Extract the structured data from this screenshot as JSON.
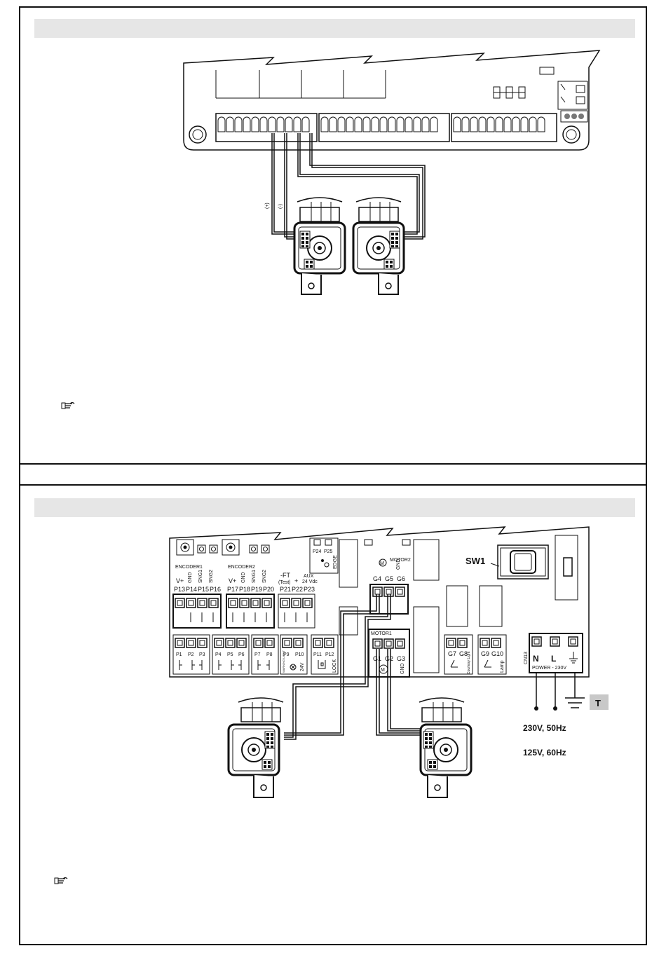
{
  "top_diagram": {
    "polarity_plus": "(+)",
    "polarity_minus": "(-)"
  },
  "bottom_diagram": {
    "encoders": [
      "ENCODER1",
      "ENCODER2"
    ],
    "enc1_labels": [
      "V+",
      "GND",
      "SNG1",
      "SNG2"
    ],
    "enc1_terms": [
      "P13",
      "P14",
      "P15",
      "P16"
    ],
    "enc2_labels": [
      "V+",
      "GND",
      "SNG1",
      "SNG2"
    ],
    "enc2_terms": [
      "P17",
      "P18",
      "P19",
      "P20"
    ],
    "ft_label": "-FT",
    "ft_test": "(Test)",
    "plus": "+",
    "aux": "AUX",
    "aux_vdc": "24 Vdc",
    "ft_terms": [
      "P21",
      "P22",
      "P23"
    ],
    "edge_terms": [
      "P24",
      "P25"
    ],
    "edge": "EDGE",
    "motor2": "MOTOR2",
    "motor2_labels": [
      "M",
      "GND"
    ],
    "motor2_terms": [
      "G4",
      "G5",
      "G6"
    ],
    "motor1": "MOTOR1",
    "motor1_terms": [
      "G1",
      "G2",
      "G3"
    ],
    "motor1_gnd": "GND",
    "sw1": "SW1",
    "bottom_terms": [
      "P1",
      "P2",
      "P3",
      "P4",
      "P5",
      "P6",
      "P7",
      "P8",
      "P9",
      "P10",
      "P11",
      "P12"
    ],
    "warning_light": "WARNING LIGHT",
    "v24": "24V",
    "lock": "LOCK",
    "g78": [
      "G7",
      "G8"
    ],
    "courtesy_light": "Courtesy Light",
    "g910": [
      "G9",
      "G10"
    ],
    "lamp": "Lamp",
    "cn13": "CN13",
    "power_terms": [
      "N",
      "L"
    ],
    "power": "POWER - 230V",
    "t_label": "T",
    "v230": "230V, 50Hz",
    "v125": "125V, 60Hz"
  }
}
